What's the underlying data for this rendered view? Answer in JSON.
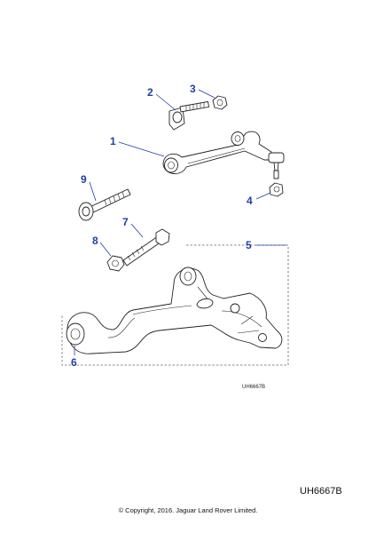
{
  "diagram": {
    "callouts": [
      {
        "id": "1",
        "label": "1"
      },
      {
        "id": "2",
        "label": "2"
      },
      {
        "id": "3",
        "label": "3"
      },
      {
        "id": "4",
        "label": "4"
      },
      {
        "id": "5",
        "label": "5"
      },
      {
        "id": "6",
        "label": "6"
      },
      {
        "id": "7",
        "label": "7"
      },
      {
        "id": "8",
        "label": "8"
      },
      {
        "id": "9",
        "label": "9"
      }
    ],
    "drawing_ref_small": "UH6667B",
    "drawing_ref_large": "UH6667B",
    "copyright": "© Copyright, 2016. Jaguar Land Rover Limited."
  },
  "colors": {
    "callout": "#1f3fa3",
    "line_art": "#222222",
    "group_box": "#666666"
  }
}
